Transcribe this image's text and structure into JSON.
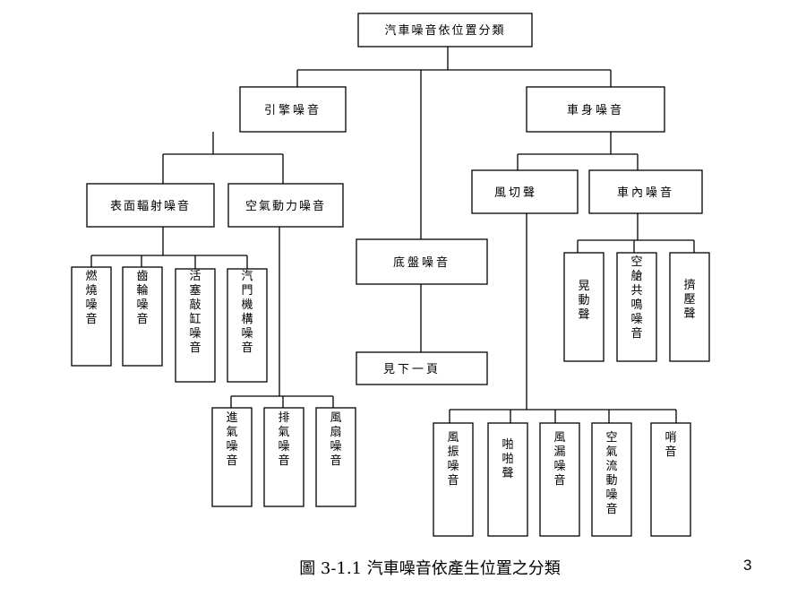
{
  "nodes": {
    "root": "汽車噪音依位置分類",
    "engine": "引擎噪音",
    "body": "車身噪音",
    "surface": "表面輻射噪音",
    "aero": "空氣動力噪音",
    "chassis": "底盤噪音",
    "nextpage": "見下一頁",
    "wind": "風切聲",
    "cabin": "車內噪音",
    "combustion": "燃燒噪音",
    "gear": "齒輪噪音",
    "piston": "活塞敲缸噪音",
    "valve": "汽門機構噪音",
    "intake": "進氣噪音",
    "exhaust": "排氣噪音",
    "fan": "風扇噪音",
    "shake": "晃動聲",
    "resonance": "空艙共鳴噪音",
    "squeeze": "擠壓聲",
    "flutter": "風振噪音",
    "flap": "啪啪聲",
    "leak": "風漏噪音",
    "airflow": "空氣流動噪音",
    "whistle": "哨音"
  },
  "caption": "圖 3-1.1  汽車噪音依產生位置之分類",
  "page_number": "3"
}
